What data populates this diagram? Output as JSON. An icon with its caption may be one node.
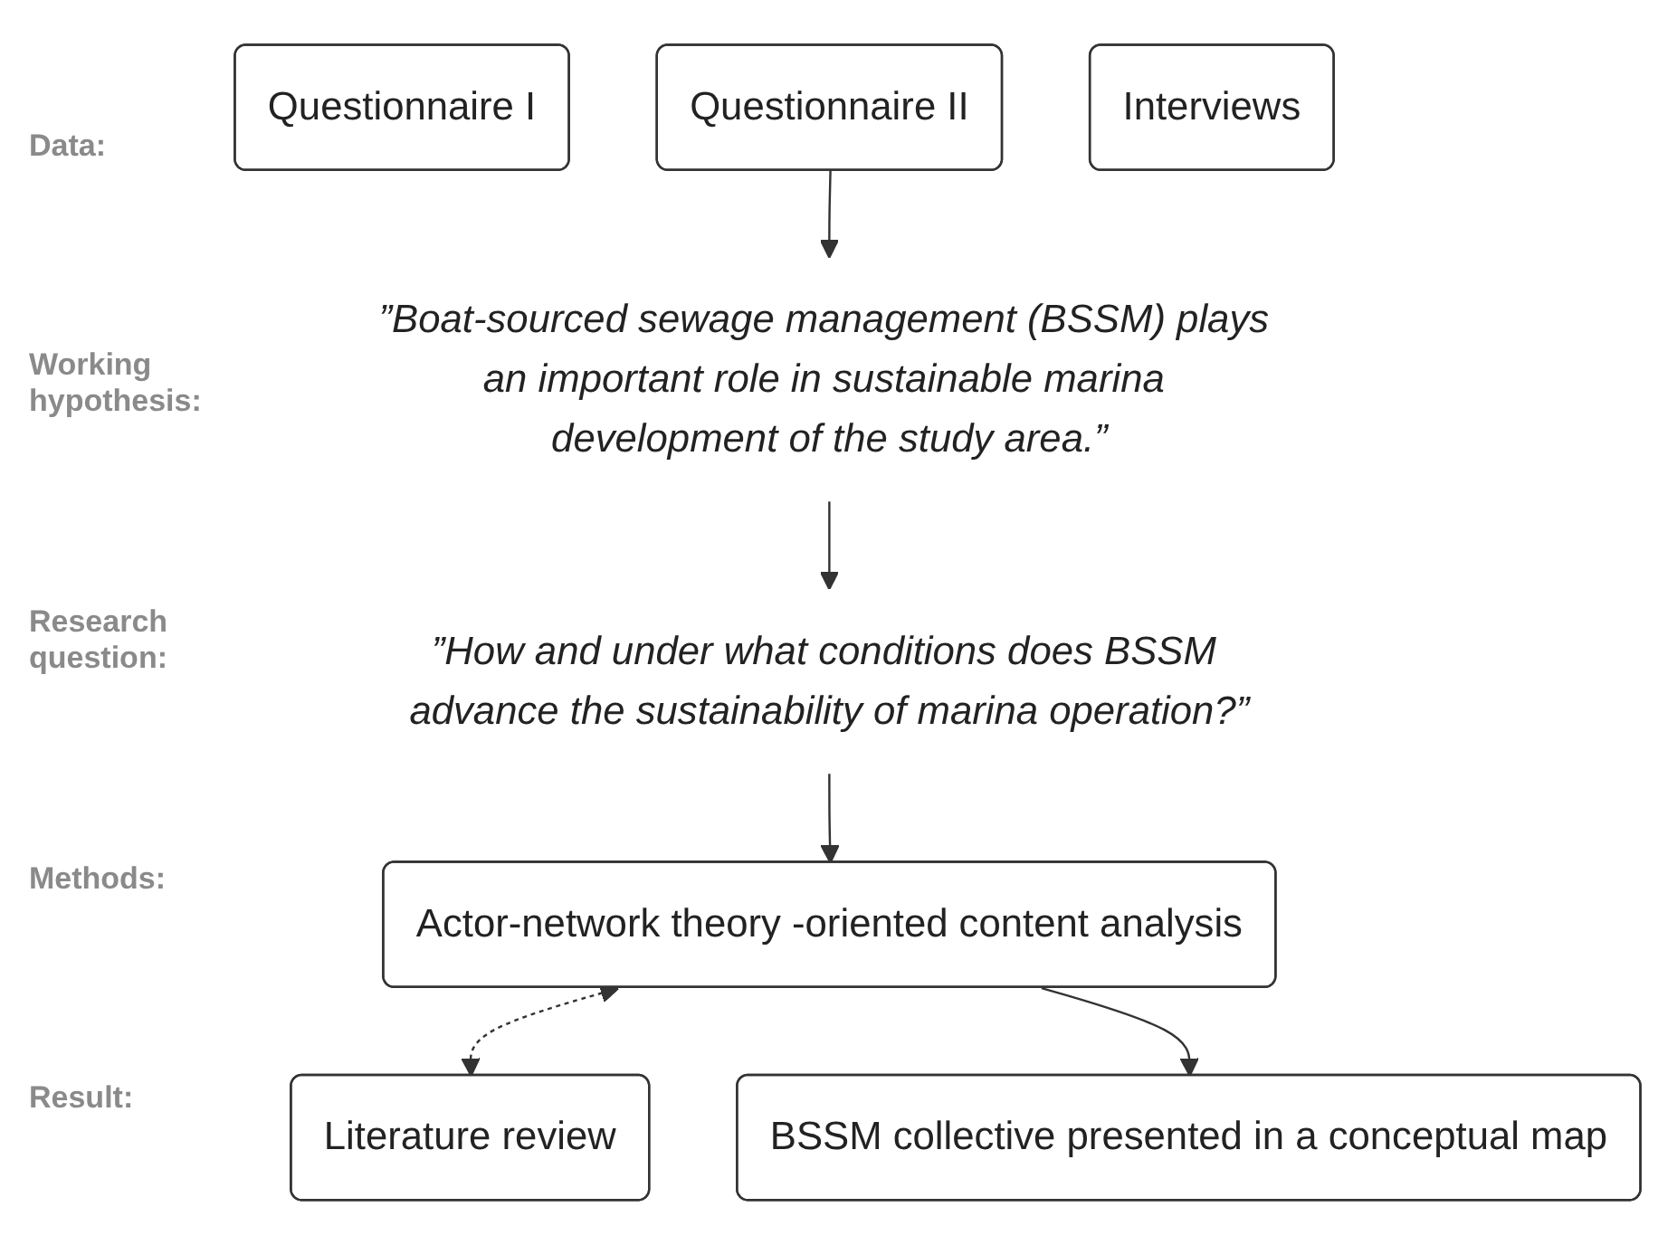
{
  "diagram": {
    "nodes": [
      {
        "text": [
          "Questionnaire I"
        ]
      },
      {
        "text": [
          "Questionnaire II"
        ]
      },
      {
        "text": [
          "Interviews"
        ]
      },
      {
        "text": [
          "”Boat-sourced sewage management (BSSM) plays an important role in sustainable marina development of the study area.”"
        ]
      },
      {
        "text": [
          "”How and under what conditions does BSSM advance the sustainability of marina operation?”"
        ]
      },
      {
        "text": [
          "Actor-network theory -oriented content analysis"
        ]
      },
      {
        "text": [
          "Literature review"
        ]
      },
      {
        "text": [
          "BSSM collective presented in a conceptual map"
        ]
      }
    ],
    "edges": [
      {
        "from": 1,
        "to": 3,
        "arrow": "to"
      },
      {
        "from": 3,
        "to": 4,
        "arrow": "to"
      },
      {
        "from": 4,
        "to": 5,
        "arrow": "to"
      },
      {
        "from": 5,
        "to": 6,
        "arrow": "both",
        "style": "dashed"
      },
      {
        "from": 5,
        "to": 7,
        "arrow": "to"
      }
    ],
    "labels": [
      "Data:",
      "Working hypothesis:",
      "Research question:",
      "Methods:",
      "Result:"
    ]
  }
}
